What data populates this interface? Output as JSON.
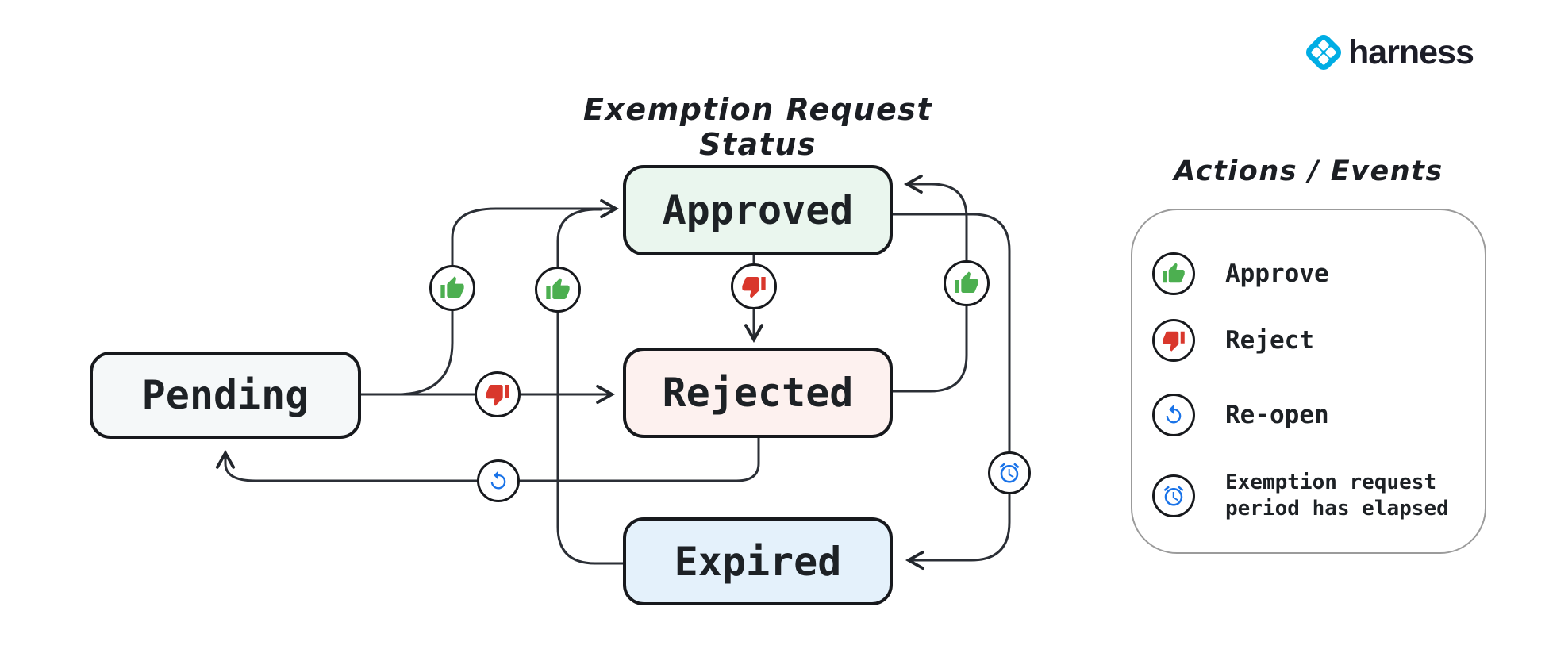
{
  "brand": {
    "name": "harness",
    "logo_color": "#00ade4"
  },
  "diagram": {
    "title": "Exemption Request Status",
    "states": [
      {
        "id": "pending",
        "label": "Pending",
        "fill": "#f5f8f9"
      },
      {
        "id": "approved",
        "label": "Approved",
        "fill": "#eaf6ee"
      },
      {
        "id": "rejected",
        "label": "Rejected",
        "fill": "#fdf1ef"
      },
      {
        "id": "expired",
        "label": "Expired",
        "fill": "#e4f1fb"
      }
    ],
    "transitions": [
      {
        "from": "Pending",
        "to": "Approved",
        "action": "Approve"
      },
      {
        "from": "Pending",
        "to": "Rejected",
        "action": "Reject"
      },
      {
        "from": "Approved",
        "to": "Rejected",
        "action": "Reject"
      },
      {
        "from": "Rejected",
        "to": "Approved",
        "action": "Approve"
      },
      {
        "from": "Rejected",
        "to": "Pending",
        "action": "Re-open"
      },
      {
        "from": "Expired",
        "to": "Approved",
        "action": "Approve"
      },
      {
        "from": "Approved",
        "to": "Expired",
        "action": "Exemption request period has elapsed"
      }
    ]
  },
  "icon_colors": {
    "approve": "#4caf50",
    "reject": "#d9372c",
    "reopen": "#1a73e8",
    "timer": "#1a73e8"
  },
  "legend": {
    "title": "Actions / Events",
    "items": [
      {
        "icon": "thumbs-up-icon",
        "label": "Approve"
      },
      {
        "icon": "thumbs-down-icon",
        "label": "Reject"
      },
      {
        "icon": "reopen-icon",
        "label": "Re-open"
      },
      {
        "icon": "alarm-icon",
        "label": "Exemption request\nperiod has elapsed"
      }
    ]
  }
}
